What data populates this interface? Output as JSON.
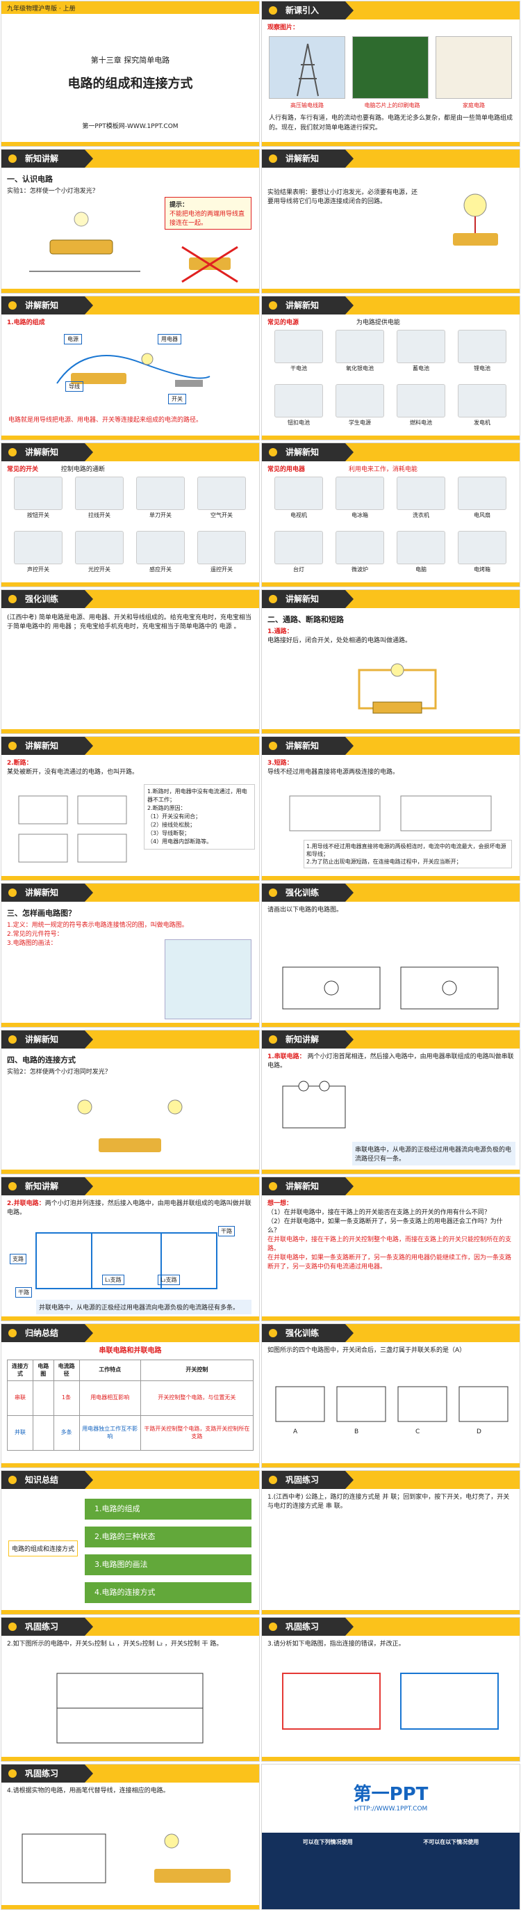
{
  "slides": [
    {
      "tag": "九年级物理沪粤版 · 上册",
      "chapter": "第十三章 探究简单电路",
      "title": "电路的组成和连接方式",
      "site": "第一PPT模板网-WWW.1PPT.COM"
    },
    {
      "header": "新课引入",
      "heading": "观察图片：",
      "captions": [
        "高压输电线路",
        "电脑芯片上的印刷电路",
        "家庭电路"
      ],
      "text": "人行有路，车行有道，电的流动也要有路。电路无论多么复杂，都是由一些简单电路组成的。现在，我们就对简单电路进行探究。"
    },
    {
      "header": "新知讲解",
      "sub": "一、认识电路",
      "exp": "实验1：怎样使一个小灯泡发光？",
      "tip_title": "提示：",
      "tip_text": "不能把电池的两端用导线直接连在一起。"
    },
    {
      "header": "讲解新知",
      "text": "实验结果表明：要想让小灯泡发光，必须要有电源，还要用导线将它们与电源连接成闭合的回路。"
    },
    {
      "header": "讲解新知",
      "sub": "1.电路的组成",
      "labels": [
        "电源",
        "用电器",
        "导线",
        "开关"
      ],
      "text": "电路就是用导线把电源、用电器、开关等连接起来组成的电流的路径。"
    },
    {
      "header": "讲解新知",
      "title": "常见的电源",
      "note": "为电路提供电能",
      "items": [
        "干电池",
        "氧化银电池",
        "蓄电池",
        "锂电池",
        "钮扣电池",
        "学生电源",
        "燃料电池",
        "发电机"
      ]
    },
    {
      "header": "讲解新知",
      "title": "常见的开关",
      "note": "控制电路的通断",
      "items": [
        "按钮开关",
        "拉线开关",
        "单刀开关",
        "空气开关",
        "声控开关",
        "光控开关",
        "感应开关",
        "遥控开关"
      ]
    },
    {
      "header": "讲解新知",
      "title": "常见的用电器",
      "note": "利用电来工作，消耗电能",
      "items": [
        "电视机",
        "电冰箱",
        "洗衣机",
        "电风扇",
        "台灯",
        "微波炉",
        "电脑",
        "电烤箱"
      ]
    },
    {
      "header": "强化训练",
      "text": "(江西中考) 简单电路是电源、用电器、开关和导线组成的。给充电宝充电时，充电宝相当于简单电路中的 用电器 ；充电宝给手机充电时，充电宝相当于简单电路中的 电源 。"
    },
    {
      "header": "讲解新知",
      "sub": "二、通路、断路和短路",
      "p1": "1.通路：",
      "t1": "电路接好后，闭合开关，处处相通的电路叫做通路。"
    },
    {
      "header": "讲解新知",
      "p1": "2.断路：",
      "t1": "某处被断开，没有电流通过的电路，也叫开路。",
      "list": [
        "1.断路时，用电器中没有电流通过，用电器不工作；",
        "2.断路的原因：",
        "（1）开关没有闭合；",
        "（2）接线处松脱；",
        "（3）导线断裂；",
        "（4）用电器内部断路等。"
      ]
    },
    {
      "header": "讲解新知",
      "p1": "3.短路：",
      "t1": "导线不经过用电器直接将电源两极连接的电路。",
      "n1": "1.用导线不经过用电器直接将电源的两极相连时，电流中的电流最大，会损坏电源和导线；",
      "n2": "2.为了防止出现电源短路，在连接电路过程中，开关应当断开；"
    },
    {
      "header": "讲解新知",
      "sub": "三、怎样画电路图？",
      "l1": "1.定义：用统一规定的符号表示电路连接情况的图，叫做电路图。",
      "l2": "2.常见的元件符号：",
      "l3": "3.电路图的画法："
    },
    {
      "header": "强化训练",
      "text": "请画出以下电路的电路图。"
    },
    {
      "header": "讲解新知",
      "sub": "四、电路的连接方式",
      "exp": "实验2：怎样使两个小灯泡同时发光？"
    },
    {
      "header": "新知讲解",
      "p1": "1.串联电路：",
      "t1": "两个小灯泡首尾相连，然后接入电路中，由用电器串联组成的电路叫做串联电路。",
      "t2": "串联电路中，从电源的正极经过用电器流向电源负极的电流路径只有一条。"
    },
    {
      "header": "新知讲解",
      "p1": "2.并联电路：",
      "t1": "两个小灯泡并列连接，然后接入电路中，由用电器并联组成的电路叫做并联电路。",
      "labels": [
        "干路",
        "支路",
        "L₁支路",
        "L₂支路",
        "干路"
      ],
      "t2": "并联电路中，从电源的正极经过用电器流向电源负极的电流路径有多条。"
    },
    {
      "header": "讲解新知",
      "q1": "想一想：",
      "q2": "（1）在并联电路中，接在干路上的开关能否在支路上的开关的作用有什么不同？",
      "q3": "（2）在并联电路中，如果一条支路断开了，另一条支路上的用电器还会工作吗？为什么？",
      "a1": "在并联电路中，接在干路上的开关控制整个电路，而接在支路上的开关只能控制所在的支路。",
      "a2": "在并联电路中，如果一条支路断开了，另一条支路的用电器仍能继续工作，因为一条支路断开了，另一支路中仍有电流通过用电器。"
    },
    {
      "header": "归纳总结",
      "table_title": "串联电路和并联电路",
      "cols": [
        "连接方式",
        "电路图",
        "电流路径",
        "工作特点",
        "开关控制"
      ],
      "rows": [
        [
          "串联",
          "",
          "1条",
          "用电器相互影响",
          "开关控制整个电路，与位置无关"
        ],
        [
          "并联",
          "",
          "多条",
          "用电器独立工作互不影响",
          "干路开关控制整个电路，支路开关控制所在支路"
        ]
      ]
    },
    {
      "header": "强化训练",
      "text": "如图所示的四个电路图中，开关闭合后，三盏灯属于并联关系的是（A）",
      "opts": [
        "A",
        "B",
        "C",
        "D"
      ]
    },
    {
      "header": "知识总结",
      "center": "电路的组成和连接方式",
      "items": [
        "1.电路的组成",
        "2.电路的三种状态",
        "3.电路图的画法",
        "4.电路的连接方式"
      ]
    },
    {
      "header": "巩固练习",
      "text": "1.(江西中考) 公路上，路灯的连接方式是 并 联；回到家中，按下开关，电灯亮了，开关与电灯的连接方式是 串 联。"
    },
    {
      "header": "巩固练习",
      "text": "2.如下图所示的电路中，开关S₁控制 L₁ ，开关S₂控制 L₂ ，开关S控制 干 路。"
    },
    {
      "header": "巩固练习",
      "text": "3.请分析如下电路图，指出连接的错误，并改正。"
    },
    {
      "header": "巩固练习",
      "text": "4.请根据实物的电路，用画笔代替导线，连接相应的电路。"
    },
    {
      "brand": "第一PPT",
      "url": "HTTP://WWW.1PPT.COM",
      "col1": "可以在下列情况使用",
      "col2": "不可以在以下情况使用"
    }
  ],
  "colors": {
    "header": "#fbc21b",
    "tab": "#2f2f2f",
    "red": "#e02020",
    "green": "#62a83a",
    "blue": "#1565c0"
  }
}
